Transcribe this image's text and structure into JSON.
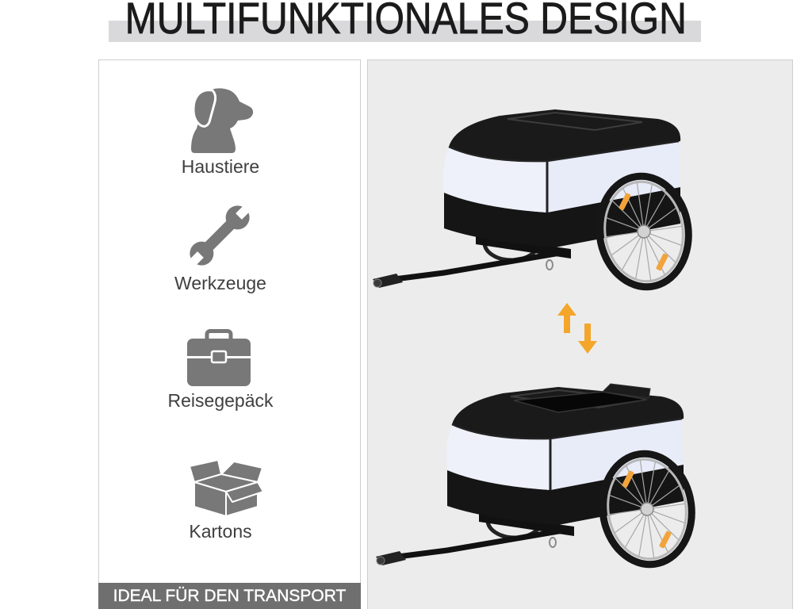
{
  "title": "MULTIFUNKTIONALES DESIGN",
  "features": [
    {
      "label": "Haustiere",
      "icon": "dog-icon"
    },
    {
      "label": "Werkzeuge",
      "icon": "wrench-icon"
    },
    {
      "label": "Reisegepäck",
      "icon": "suitcase-icon"
    },
    {
      "label": "Kartons",
      "icon": "box-icon"
    }
  ],
  "banner": "IDEAL FÜR DEN TRANSPORT",
  "arrows_icon": "swap-vertical-arrows-icon",
  "colors": {
    "title_text": "#1b1b1b",
    "title_underlay": "#d9d9dc",
    "icon": "#787878",
    "label_text": "#3f3f3f",
    "banner_bg": "#6f6f6f",
    "banner_text": "#ffffff",
    "right_panel_bg": "#ececec",
    "arrow": "#f4a62a"
  }
}
